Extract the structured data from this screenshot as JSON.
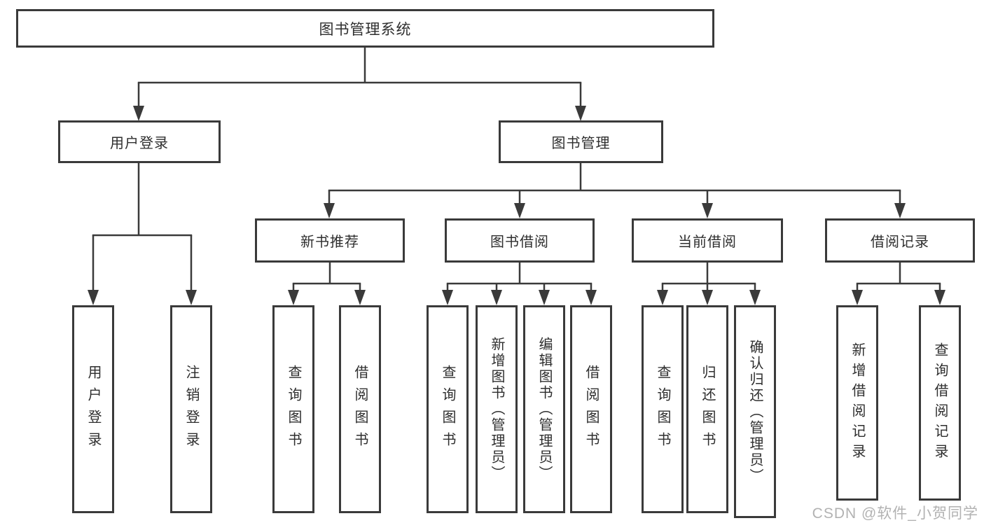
{
  "diagram_type": "hierarchy-tree",
  "tree": {
    "label": "图书管理系统",
    "children": [
      {
        "label": "用户登录",
        "children": [
          {
            "label": "用户登录"
          },
          {
            "label": "注销登录"
          }
        ]
      },
      {
        "label": "图书管理",
        "children": [
          {
            "label": "新书推荐",
            "children": [
              {
                "label": "查询图书"
              },
              {
                "label": "借阅图书"
              }
            ]
          },
          {
            "label": "图书借阅",
            "children": [
              {
                "label": "查询图书"
              },
              {
                "label": "新增图书（管理员）"
              },
              {
                "label": "编辑图书（管理员）"
              },
              {
                "label": "借阅图书"
              }
            ]
          },
          {
            "label": "当前借阅",
            "children": [
              {
                "label": "查询图书"
              },
              {
                "label": "归还图书"
              },
              {
                "label": "确认归还（管理员）"
              }
            ]
          },
          {
            "label": "借阅记录",
            "children": [
              {
                "label": "新增借阅记录"
              },
              {
                "label": "查询借阅记录"
              }
            ]
          }
        ]
      }
    ]
  },
  "watermark": {
    "text": "CSDN @软件_小贺同学"
  },
  "colors": {
    "line": "#3a3a3a",
    "text": "#2e2e2e",
    "watermark": "#b2b2b2",
    "background": "#ffffff"
  }
}
